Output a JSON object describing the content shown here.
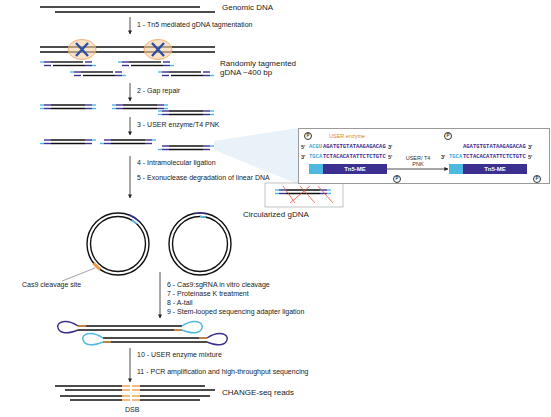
{
  "diagram": {
    "nodes": [
      {
        "text": [
          "P",
          "5'",
          "ACG",
          "U",
          "AGATGTGTATAAGAGACAG",
          "3'",
          "USER enzyme",
          "3'",
          "TGCA",
          "TCTACACATATTCTCTGTC",
          "5'",
          "P",
          "P",
          "AGATGTGTATAAGAGACAG",
          "3'",
          "3'",
          "TGCA",
          "TCTACACATATTCTCTGTC",
          "5'",
          "P"
        ]
      },
      {
        "text": [
          "Tn5-ME"
        ],
        "in": 0
      },
      {
        "text": [
          "Tn5-ME"
        ],
        "in": 0
      }
    ],
    "edges": [
      {
        "from": 1,
        "to": 2,
        "arrow": "to",
        "label": "USER/ T4 PNK"
      }
    ],
    "labels": [
      "Genomic DNA",
      "1 - Tn5 mediated gDNA tagmentation",
      "Randomly tagmented gDNA ~400 bp",
      "2 - Gap repair",
      "3 - USER enzyme/T4 PNK",
      "4 - Intramolecular ligation",
      "5 - Exonuclease degradation of linear DNA",
      "Circularized gDNA",
      "Cas9 cleavage site",
      "6 - Cas9:sgRNA in vitro cleavage",
      "7 - Proteinase K treatment",
      "8 - A-tail",
      "9 - Stem-looped sequencing adapter ligation",
      "10 - USER enzyme mixture",
      "11 - PCR amplification and high-throughput sequencing",
      "CHANGE-seq reads",
      "DSB"
    ]
  }
}
